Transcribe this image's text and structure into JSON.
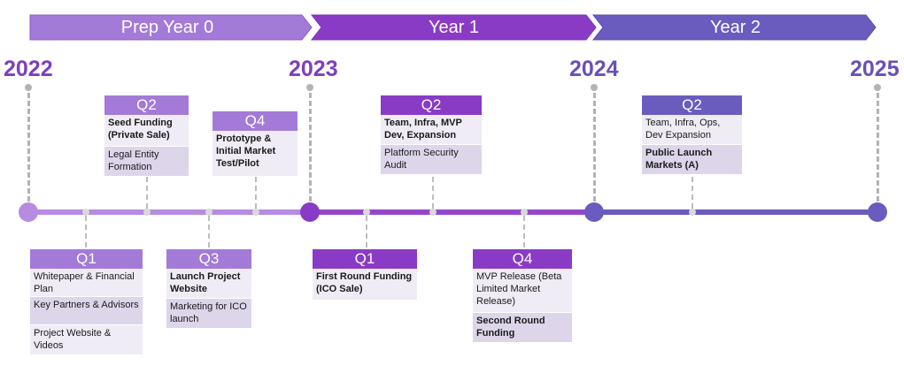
{
  "colors": {
    "phase0": "#a277d6",
    "phase1": "#8a3bc6",
    "phase2": "#6a5bbf",
    "axis_dashed": "#b3b3b3",
    "row_light": "#efecf5",
    "row_mid": "#ddd5ea"
  },
  "phases": [
    {
      "label": "Prep Year 0"
    },
    {
      "label": "Year 1"
    },
    {
      "label": "Year 2"
    }
  ],
  "years": [
    "2022",
    "2023",
    "2024",
    "2025"
  ],
  "milestones": {
    "y0_q1": {
      "quarter": "Q1",
      "rows": [
        {
          "text": "Whitepaper & Financial Plan",
          "bold": false
        },
        {
          "text": "Key Partners & Advisors",
          "bold": false
        },
        {
          "text": "Project Website & Videos",
          "bold": false
        }
      ]
    },
    "y0_q2": {
      "quarter": "Q2",
      "rows": [
        {
          "text": "Seed Funding (Private Sale)",
          "bold": true
        },
        {
          "text": "Legal Entity Formation",
          "bold": false
        }
      ]
    },
    "y0_q3": {
      "quarter": "Q3",
      "rows": [
        {
          "text": "Launch Project Website",
          "bold": true
        },
        {
          "text": "Marketing for ICO launch",
          "bold": false
        }
      ]
    },
    "y0_q4": {
      "quarter": "Q4",
      "rows": [
        {
          "text": "Prototype & Initial Market Test/Pilot",
          "bold": true
        }
      ]
    },
    "y1_q1": {
      "quarter": "Q1",
      "rows": [
        {
          "text": "First Round Funding (ICO Sale)",
          "bold": true
        }
      ]
    },
    "y1_q2": {
      "quarter": "Q2",
      "rows": [
        {
          "text": "Team, Infra, MVP Dev, Expansion",
          "bold": true
        },
        {
          "text": "Platform Security Audit",
          "bold": false
        }
      ]
    },
    "y1_q4": {
      "quarter": "Q4",
      "rows": [
        {
          "text": "MVP Release (Beta Limited Market Release)",
          "bold": false
        },
        {
          "text": "Second Round Funding",
          "bold": true
        }
      ]
    },
    "y2_q2": {
      "quarter": "Q2",
      "rows": [
        {
          "text": "Team, Infra, Ops, Dev Expansion",
          "bold": false
        },
        {
          "text": "Public Launch Markets (A)",
          "bold": true
        }
      ]
    }
  }
}
